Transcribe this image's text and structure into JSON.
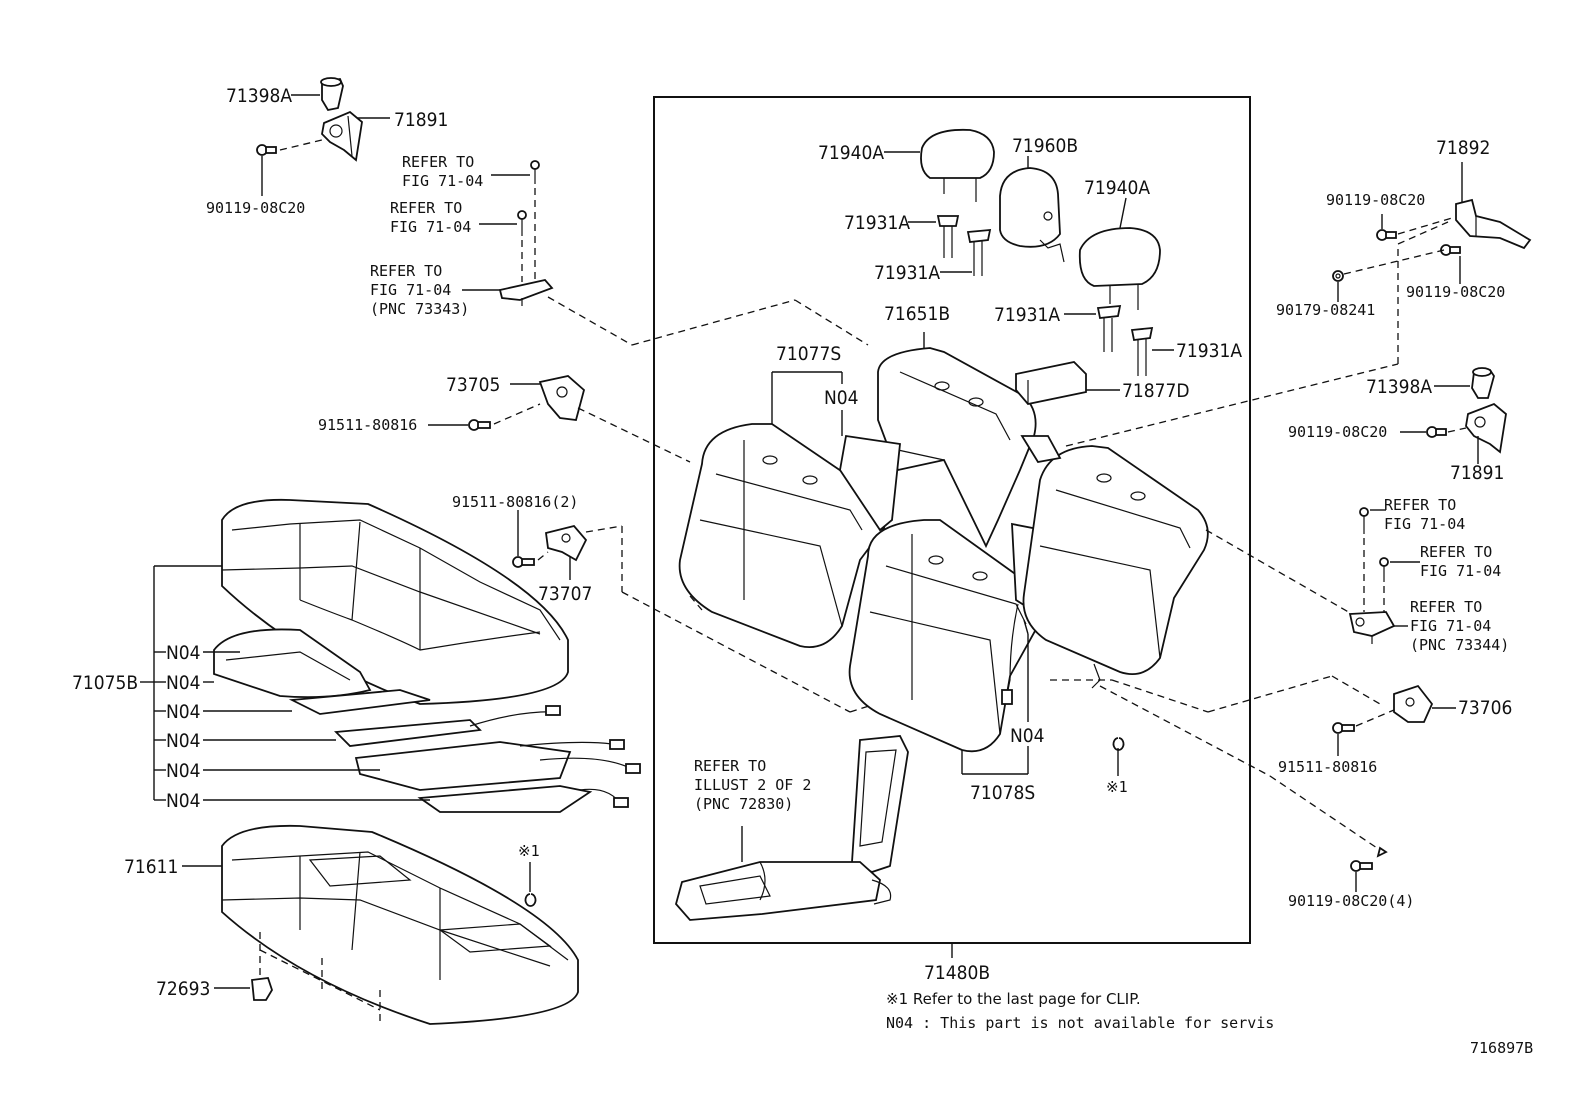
{
  "labels": {
    "p71398A_l": "71398A",
    "p71891_l": "71891",
    "p90119_l1": "90119-08C20",
    "ref_a1": "REFER TO",
    "ref_a2": "FIG 71-04",
    "ref_b1": "REFER TO",
    "ref_b2": "FIG 71-04",
    "ref_c1": "REFER TO",
    "ref_c2": "FIG 71-04",
    "ref_c3": "(PNC 73343)",
    "p73705": "73705",
    "p91511_l": "91511-80816",
    "p91511_2": "91511-80816(2)",
    "p73707": "73707",
    "p71075B": "71075B",
    "n04_1": "N04",
    "n04_2": "N04",
    "n04_3": "N04",
    "n04_4": "N04",
    "n04_5": "N04",
    "n04_6": "N04",
    "p71611": "71611",
    "clip_l": "※1",
    "p72693": "72693",
    "p71940A_1": "71940A",
    "p71960B": "71960B",
    "p71940A_2": "71940A",
    "p71931A_1": "71931A",
    "p71931A_2": "71931A",
    "p71931A_3": "71931A",
    "p71931A_4": "71931A",
    "p71651B": "71651B",
    "p71077S": "71077S",
    "n04_a": "N04",
    "p71877D": "71877D",
    "n04_b": "N04",
    "p71078S": "71078S",
    "clip_m": "※1",
    "ref_d1": "REFER TO",
    "ref_d2": "ILLUST 2 OF 2",
    "ref_d3": "(PNC 72830)",
    "p71480B": "71480B",
    "note1": "※1 Refer to the last page for CLIP.",
    "note2": "N04 : This part is not available for servis",
    "p71892": "71892",
    "p90119_r1": "90119-08C20",
    "p90119_r2": "90119-08C20",
    "p90179": "90179-08241",
    "p71398A_r": "71398A",
    "p90119_r3": "90119-08C20",
    "p71891_r": "71891",
    "ref_e1": "REFER TO",
    "ref_e2": "FIG 71-04",
    "ref_f1": "REFER TO",
    "ref_f2": "FIG 71-04",
    "ref_g1": "REFER TO",
    "ref_g2": "FIG 71-04",
    "ref_g3": "(PNC 73344)",
    "p73706": "73706",
    "p91511_r": "91511-80816",
    "p90119_r4": "90119-08C20(4)",
    "fig_id": "716897B"
  }
}
